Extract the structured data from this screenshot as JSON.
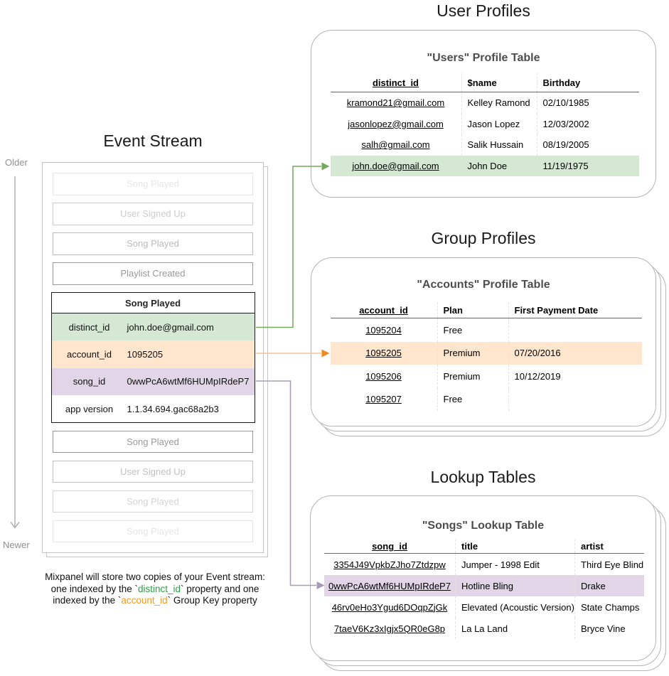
{
  "colors": {
    "green_fill": "#d5e8d4",
    "orange_fill": "#ffe6cc",
    "purple_fill": "#e1d5e7",
    "green_arrow": "#76a85e",
    "orange_arrow_line": "#f4c398",
    "orange_arrow_head": "#ef8a20",
    "purple_arrow": "#a89bb5",
    "caption_green": "#2e9e44",
    "caption_orange": "#f59a23",
    "timeline_gray": "#b0b0b0",
    "card_border": "#b5b5b5"
  },
  "event_stream": {
    "title": "Event Stream",
    "older_label": "Older",
    "newer_label": "Newer",
    "events_before": [
      "Song Played",
      "User Signed Up",
      "Song Played",
      "Playlist Created"
    ],
    "expanded_event": {
      "title": "Song Played",
      "rows": [
        {
          "key": "distinct_id",
          "value": "john.doe@gmail.com",
          "highlight": "green"
        },
        {
          "key": "account_id",
          "value": "1095205",
          "highlight": "orange"
        },
        {
          "key": "song_id",
          "value": "0wwPcA6wtMf6HUMpIRdeP7",
          "highlight": "purple"
        },
        {
          "key": "app version",
          "value": "1.1.34.694.gac68a2b3",
          "highlight": "none"
        }
      ]
    },
    "events_after": [
      "Song Played",
      "User Signed Up",
      "Song Played",
      "Song Played"
    ],
    "caption": {
      "line1": "Mixpanel will store two copies of your Event stream:",
      "line2_pre": "one indexed by the `",
      "line2_keyword": "distinct_id",
      "line2_post": "` property and one",
      "line3_pre": "indexed by the `",
      "line3_keyword": "account_id",
      "line3_post": "` Group Key property"
    }
  },
  "user_profiles": {
    "section_title": "User Profiles",
    "card_title": "\"Users\" Profile Table",
    "columns": [
      "distinct_id",
      "$name",
      "Birthday"
    ],
    "rows": [
      [
        "kramond21@gmail.com",
        "Kelley Ramond",
        "02/10/1985"
      ],
      [
        "jasonlopez@gmail.com",
        "Jason Lopez",
        "12/03/2002"
      ],
      [
        "salh@gmail.com",
        "Salik Hussain",
        "08/19/2005"
      ],
      [
        "john.doe@gmail.com",
        "John Doe",
        "11/19/1975"
      ]
    ],
    "highlighted_row_index": 3
  },
  "group_profiles": {
    "section_title": "Group Profiles",
    "card_title": "\"Accounts\" Profile Table",
    "columns": [
      "account_id",
      "Plan",
      "First Payment Date"
    ],
    "rows": [
      [
        "1095204",
        "Free",
        ""
      ],
      [
        "1095205",
        "Premium",
        "07/20/2016"
      ],
      [
        "1095206",
        "Premium",
        "10/12/2019"
      ],
      [
        "1095207",
        "Free",
        ""
      ]
    ],
    "highlighted_row_index": 1
  },
  "lookup_tables": {
    "section_title": "Lookup Tables",
    "card_title": "\"Songs\" Lookup Table",
    "columns": [
      "song_id",
      "title",
      "artist"
    ],
    "rows": [
      [
        "3354J49VpkbZJho7Ztdzpw",
        "Jumper - 1998 Edit",
        "Third Eye Blind"
      ],
      [
        "0wwPcA6wtMf6HUMpIRdeP7",
        "Hotline Bling",
        "Drake"
      ],
      [
        "46rv0eHo3Ygud6DOqpZjGk",
        "Elevated (Acoustic Version)",
        "State Champs"
      ],
      [
        "7taeV6Kz3xIgjx5QR0eG8p",
        "La La Land",
        "Bryce Vine"
      ]
    ],
    "highlighted_row_index": 1
  },
  "connectors": [
    {
      "color": "green",
      "from": "Song Played event distinct_id",
      "to": "\"Users\" Profile Table row john.doe@gmail.com"
    },
    {
      "color": "orange",
      "from": "Song Played event account_id",
      "to": "\"Accounts\" Profile Table row 1095205"
    },
    {
      "color": "purple",
      "from": "Song Played event song_id",
      "to": "\"Songs\" Lookup Table row 0wwPcA6wtMf6HUMpIRdeP7"
    }
  ]
}
